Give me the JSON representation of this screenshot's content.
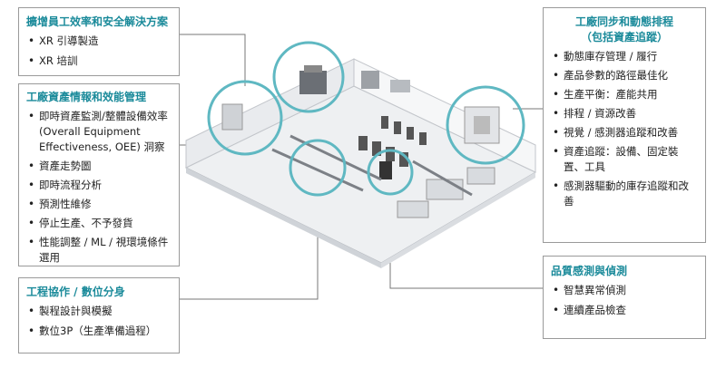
{
  "box1": {
    "title": "擴增員工效率和安全解決方案",
    "items": [
      "XR 引導製造",
      "XR 培訓"
    ]
  },
  "box2": {
    "title": "工廠資產情報和效能管理",
    "items": [
      "即時資產監測/整體設備效率 (Overall Equipment Effectiveness, OEE) 洞察",
      "資產走勢圖",
      "即時流程分析",
      "預測性維修",
      "停止生產、不予發貨",
      "性能調整 / ML / 視環境條件選用"
    ]
  },
  "box3": {
    "title": "工程協作 / 數位分身",
    "items": [
      "製程設計與模擬",
      "數位3P（生產準備過程）"
    ]
  },
  "box4": {
    "title_line1": "工廠同步和動態排程",
    "title_line2": "（包括資產追蹤）",
    "items": [
      "動態庫存管理 / 履行",
      "產品參數的路徑最佳化",
      "生產平衡：產能共用",
      "排程 / 資源改善",
      "視覺 / 感測器追蹤和改善",
      "資產追蹤：設備、固定裝置、工具",
      "感測器驅動的庫存追蹤和改善"
    ]
  },
  "box5": {
    "title": "品質感測與偵測",
    "items": [
      "智慧異常偵測",
      "連續產品檢查"
    ]
  },
  "colors": {
    "accent": "#1a8a9a",
    "ring": "#5fb8c2",
    "border": "#9a9a9a"
  }
}
